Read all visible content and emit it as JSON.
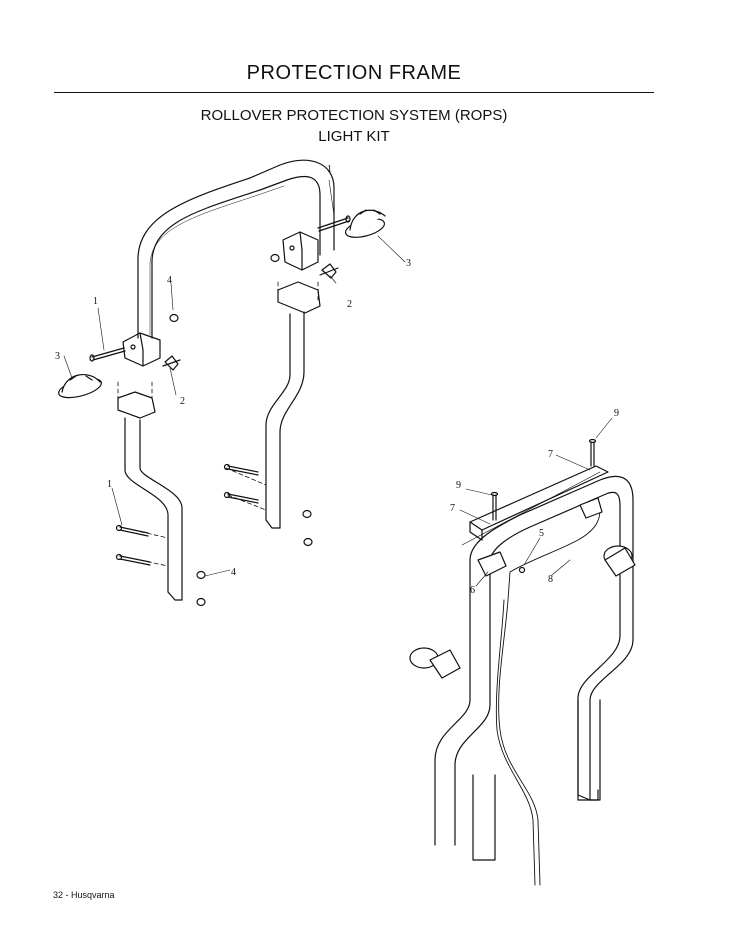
{
  "page": {
    "title": "PROTECTION FRAME",
    "subtitle_line1": "ROLLOVER PROTECTION SYSTEM (ROPS)",
    "subtitle_line2": "LIGHT KIT",
    "footer": "32 - Husqvarna"
  },
  "callouts": {
    "exploded_view": [
      "1",
      "1",
      "1",
      "2",
      "2",
      "3",
      "3",
      "4",
      "4"
    ],
    "assembled_view": [
      "5",
      "6",
      "7",
      "7",
      "8",
      "9",
      "9"
    ]
  }
}
